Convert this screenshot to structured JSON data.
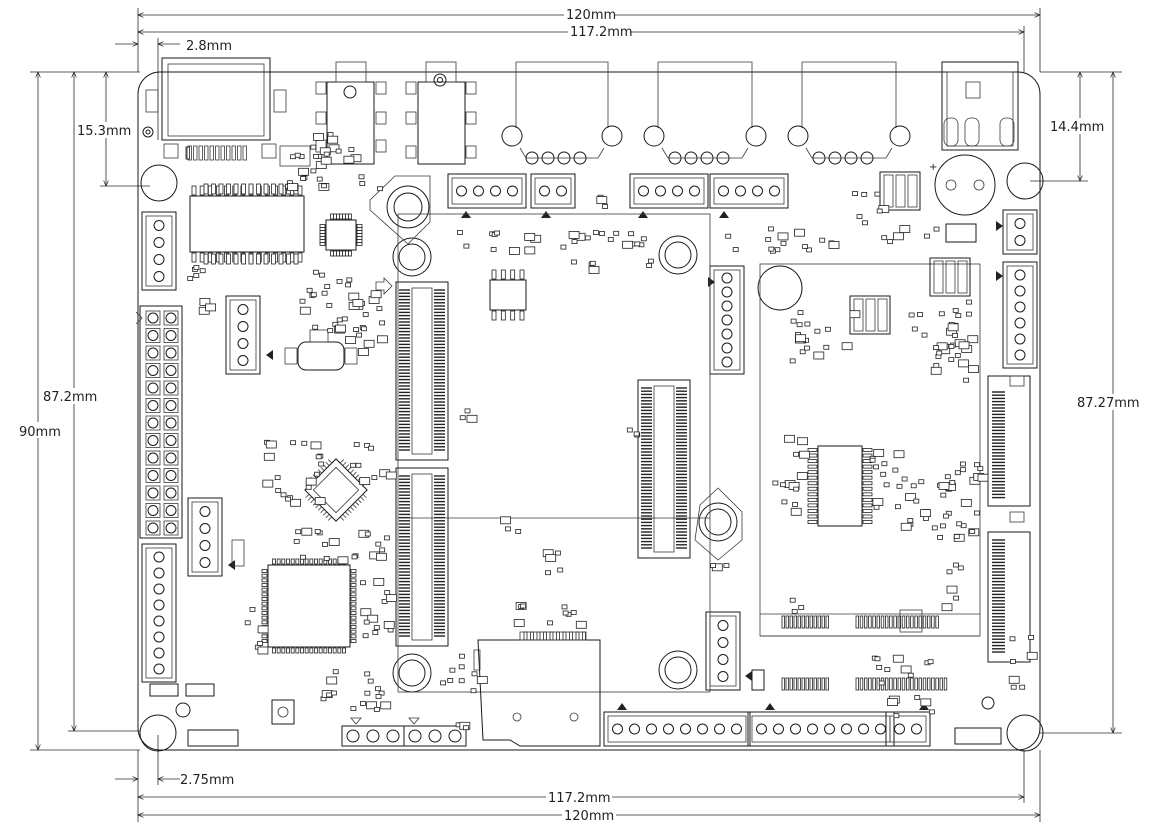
{
  "dimensions": {
    "width_outer": "120mm",
    "width_inner": "117.2mm",
    "width_outer_bottom": "120mm",
    "width_inner_bottom": "117.2mm",
    "height_outer": "90mm",
    "height_inner_left": "87.2mm",
    "height_inner_right": "87.27mm",
    "offset_top_left": "2.8mm",
    "offset_bottom_left": "2.75mm",
    "hole_offset_left": "15.3mm",
    "hole_offset_right": "14.4mm"
  }
}
